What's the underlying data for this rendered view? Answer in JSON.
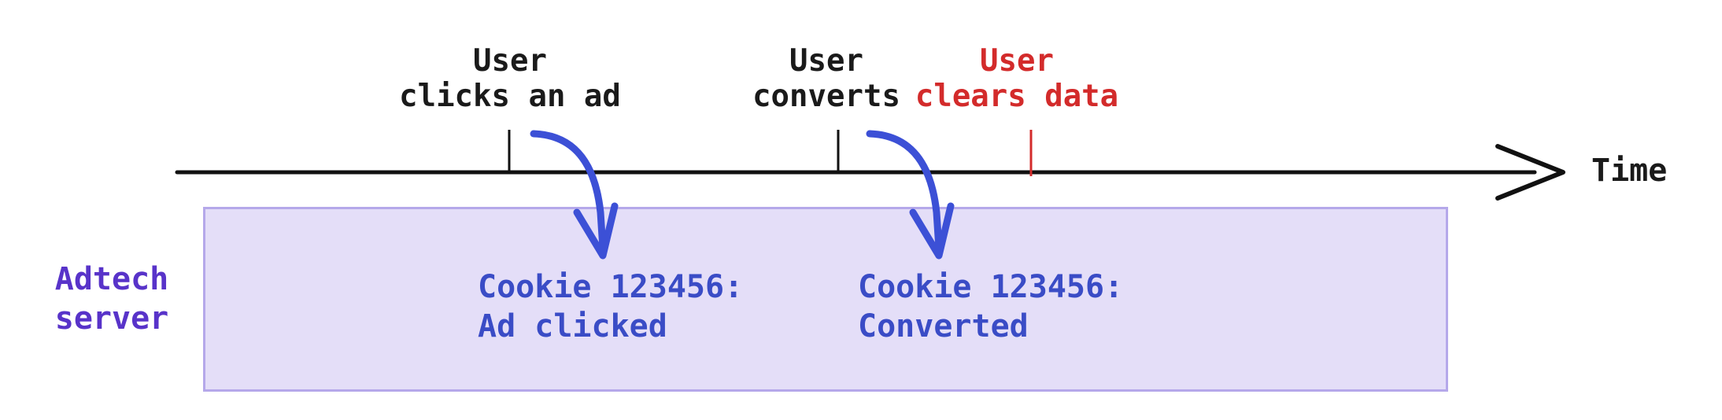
{
  "timeline": {
    "axis_label": "Time",
    "events": [
      {
        "id": "ad-click",
        "line1": "User",
        "line2": "clicks an ad"
      },
      {
        "id": "conversion",
        "line1": "User",
        "line2": "converts"
      },
      {
        "id": "clear-data",
        "line1": "User",
        "line2": "clears data"
      }
    ]
  },
  "server": {
    "label_line1": "Adtech",
    "label_line2": "server",
    "records": [
      {
        "line1": "Cookie 123456:",
        "line2": "Ad clicked"
      },
      {
        "line1": "Cookie 123456:",
        "line2": "Converted"
      }
    ]
  },
  "colors": {
    "event_text": "#1a1a1a",
    "cleared_event": "#d32b2b",
    "server_label": "#5833c9",
    "record_text": "#3a4cc6",
    "arrow": "#3c50d6",
    "box_fill": "#e4def8",
    "box_border": "#b5a8ea",
    "axis": "#111111"
  }
}
